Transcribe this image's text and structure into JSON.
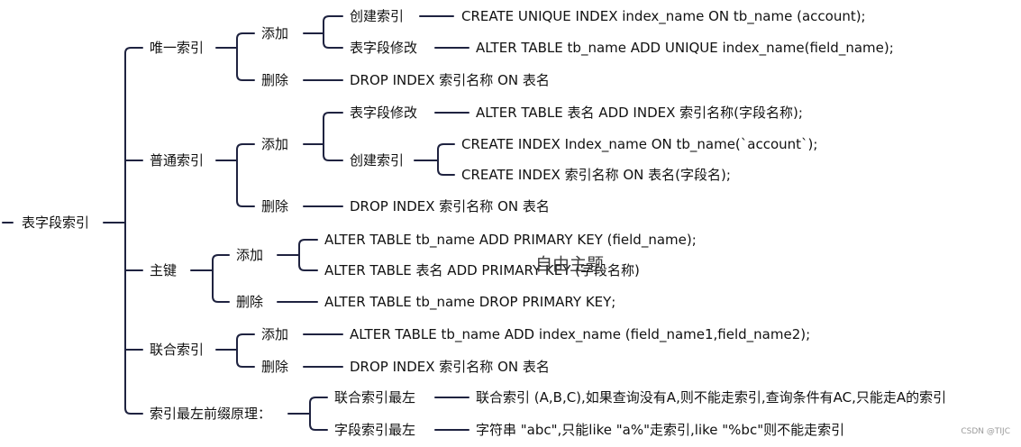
{
  "colors": {
    "line": "#1f2340",
    "text": "#111111"
  },
  "root": {
    "label": "表字段索引"
  },
  "unique": {
    "label": "唯一索引",
    "add": {
      "label": "添加",
      "create": {
        "label": "创建索引",
        "sql": "CREATE UNIQUE INDEX index_name ON tb_name (account);"
      },
      "alter": {
        "label": "表字段修改",
        "sql": "ALTER TABLE tb_name ADD UNIQUE index_name(field_name);"
      }
    },
    "del": {
      "label": "删除",
      "sql": "DROP INDEX 索引名称 ON 表名"
    }
  },
  "normal": {
    "label": "普通索引",
    "add": {
      "label": "添加",
      "alter": {
        "label": "表字段修改",
        "sql": "ALTER TABLE 表名 ADD INDEX 索引名称(字段名称);"
      },
      "create": {
        "label": "创建索引",
        "sql1": "CREATE INDEX Index_name ON tb_name(`account`);",
        "sql2": "CREATE INDEX 索引名称 ON 表名(字段名);"
      }
    },
    "del": {
      "label": "删除",
      "sql": "DROP INDEX 索引名称 ON 表名"
    }
  },
  "primary": {
    "label": "主键",
    "add": {
      "label": "添加",
      "sql1": "ALTER TABLE tb_name ADD PRIMARY KEY (field_name);",
      "sql2": "ALTER TABLE 表名 ADD PRIMARY KEY (字段名称)"
    },
    "del": {
      "label": "删除",
      "sql": "ALTER TABLE tb_name DROP PRIMARY KEY;"
    }
  },
  "composite": {
    "label": "联合索引",
    "add": {
      "label": "添加",
      "sql": "ALTER TABLE tb_name ADD index_name (field_name1,field_name2);"
    },
    "del": {
      "label": "删除",
      "sql": "DROP INDEX 索引名称 ON 表名"
    }
  },
  "prefix": {
    "label": "索引最左前缀原理：",
    "composite": {
      "label": "联合索引最左",
      "text": "联合索引 (A,B,C),如果查询没有A,则不能走索引,查询条件有AC,只能走A的索引"
    },
    "field": {
      "label": "字段索引最左",
      "text": "字符串 \"abc\",只能like \"a%\"走索引,like \"%bc\"则不能走索引"
    }
  },
  "overlay": {
    "label": "自由主题"
  },
  "watermark": "CSDN @TIJC"
}
